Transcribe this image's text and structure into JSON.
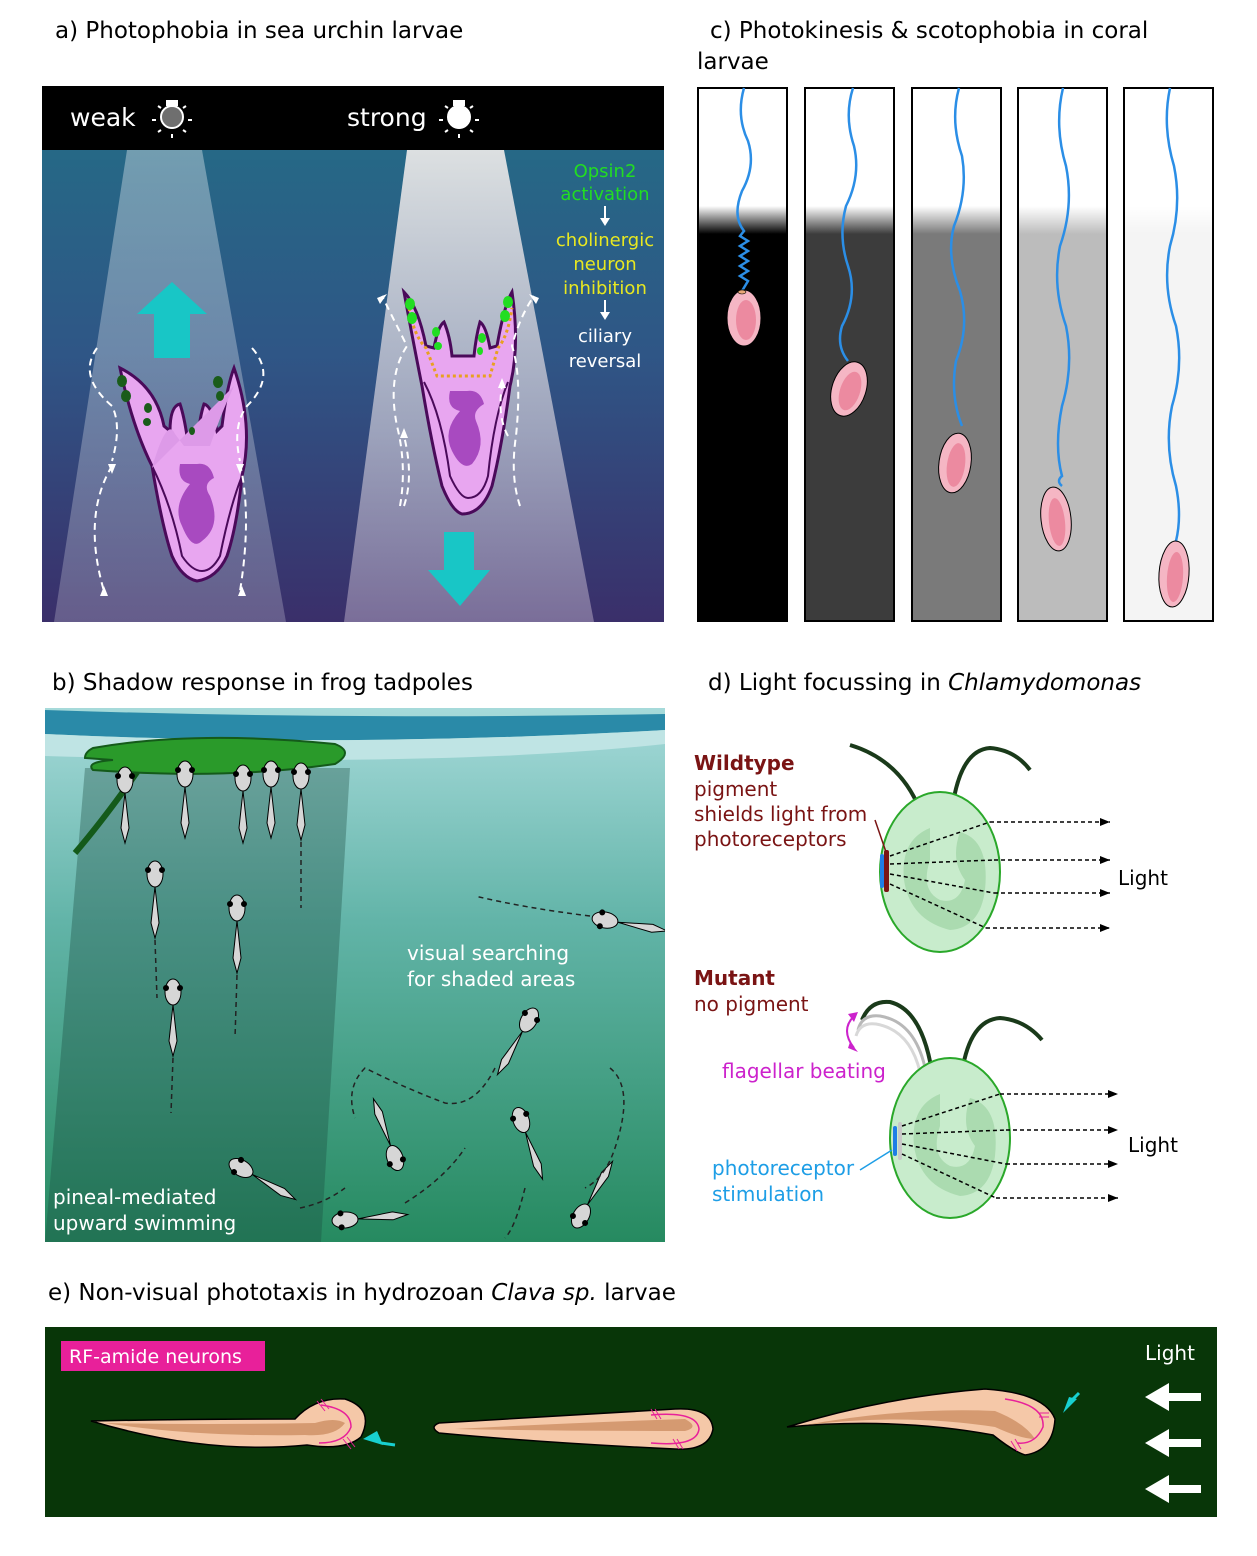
{
  "panel_a": {
    "title": "a) Photophobia in sea urchin larvae",
    "weak": "weak",
    "strong": "strong",
    "pathway": {
      "opsin_1": "Opsin2",
      "opsin_2": "activation",
      "chol_1": "cholinergic",
      "chol_2": "neuron",
      "chol_3": "inhibition",
      "cil_1": "ciliary",
      "cil_2": "reversal"
    },
    "colors": {
      "accent_arrow": "#18c6c6",
      "larva": "#e8a6f0",
      "opsin_text": "#22dd22",
      "cholinergic_text": "#e8e820"
    }
  },
  "panel_b": {
    "title": "b) Shadow response in frog tadpoles",
    "label_search_1": "visual searching",
    "label_search_2": "for shaded areas",
    "label_pineal_1": "pineal-mediated",
    "label_pineal_2": "upward swimming"
  },
  "panel_c": {
    "title_1": "c) Photokinesis & scotophobia in coral",
    "title_2": "larvae",
    "lower_zone_colors": [
      "#000000",
      "#3c3c3c",
      "#7a7a7a",
      "#bcbcbc",
      "#f4f4f4"
    ]
  },
  "panel_d": {
    "title_prefix": "d) Light focussing in ",
    "title_species": "Chlamydomonas",
    "wildtype_label": "Wildtype",
    "wildtype_line_1": "pigment",
    "wildtype_line_2": "shields light from",
    "wildtype_line_3": "photoreceptors",
    "light_label": "Light",
    "mutant_label": "Mutant",
    "mutant_line": "no pigment",
    "flagellar_label": "flagellar beating",
    "photo_line_1": "photoreceptor",
    "photo_line_2": "stimulation",
    "light_label_2": "Light"
  },
  "panel_e": {
    "title_prefix": "e) Non-visual phototaxis in hydrozoan ",
    "title_species": "Clava sp.",
    "title_suffix": " larvae",
    "rf_label": "RF-amide neurons",
    "light_label": "Light"
  }
}
